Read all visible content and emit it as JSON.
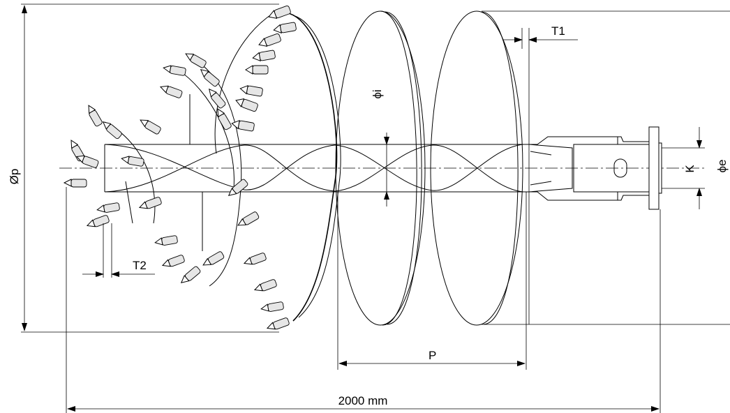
{
  "labels": {
    "diameter_p": "Øp",
    "diameter_i": "ϕi",
    "diameter_e": "ϕe",
    "key": "K",
    "thickness_1": "T1",
    "thickness_2": "T2",
    "pitch": "P",
    "total_length": "2000 mm"
  }
}
